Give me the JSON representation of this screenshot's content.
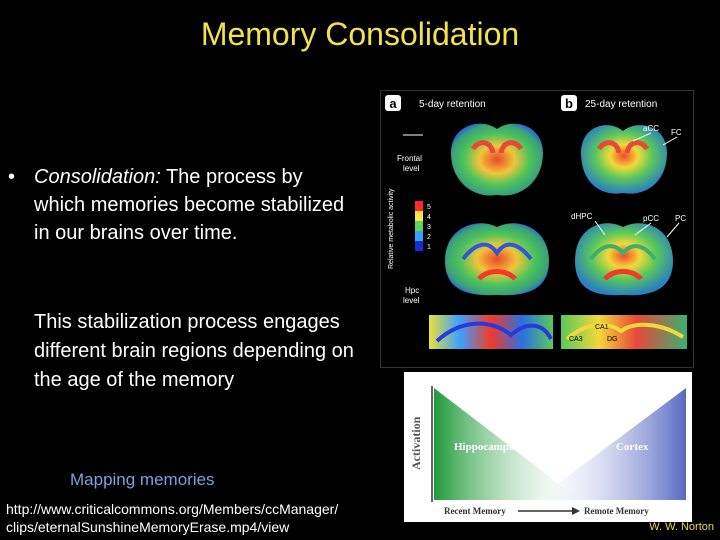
{
  "slide": {
    "title": "Memory Consolidation",
    "bullet_term": "Consolidation:",
    "bullet_rest": " The process by which memories become stabilized in our brains over time.",
    "paragraph": "This stabilization process engages different brain regions depending on the age of the memory",
    "link_text": "Mapping memories",
    "url": "http://www.criticalcommons.org/Members/ccManager/ clips/eternalSunshineMemoryErase.mp4/view",
    "credit": "W. W. Norton"
  },
  "figure": {
    "panel_a": {
      "letter": "a",
      "title": "5-day retention"
    },
    "panel_b": {
      "letter": "b",
      "title": "25-day retention"
    },
    "labels": {
      "frontal": "Frontal",
      "frontal2": "level",
      "hpc": "Hpc",
      "hpc2": "level",
      "axis": "Relative metabolic activity",
      "acc": "aCC",
      "fc": "FC",
      "dhpc": "dHPC",
      "pcc": "pCC",
      "pc": "PC",
      "ca1": "CA1",
      "ca3": "CA3",
      "dg": "DG"
    },
    "scale": [
      "5",
      "4",
      "3",
      "2",
      "1"
    ],
    "scale_colors": [
      "#ff2a2a",
      "#ffe24a",
      "#5bd55b",
      "#3aa0ff",
      "#1b2bd8"
    ]
  },
  "graph": {
    "ylabel": "Activation",
    "left_label": "Hippocampus",
    "right_label": "Cortex",
    "x_left": "Recent Memory",
    "x_right": "Remote Memory",
    "green": "#1f9a3a",
    "blue": "#3b4fb8"
  }
}
